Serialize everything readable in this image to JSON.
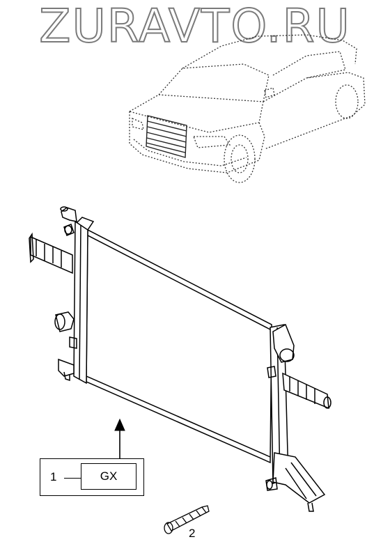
{
  "watermark": "ZURAVTO.RU",
  "callouts": {
    "part_1_ref": "1",
    "part_1_code": "GX",
    "part_2_ref": "2"
  },
  "colors": {
    "line": "#000000",
    "dotted_car": "#333333",
    "watermark_outline": "#7a7a7a"
  }
}
